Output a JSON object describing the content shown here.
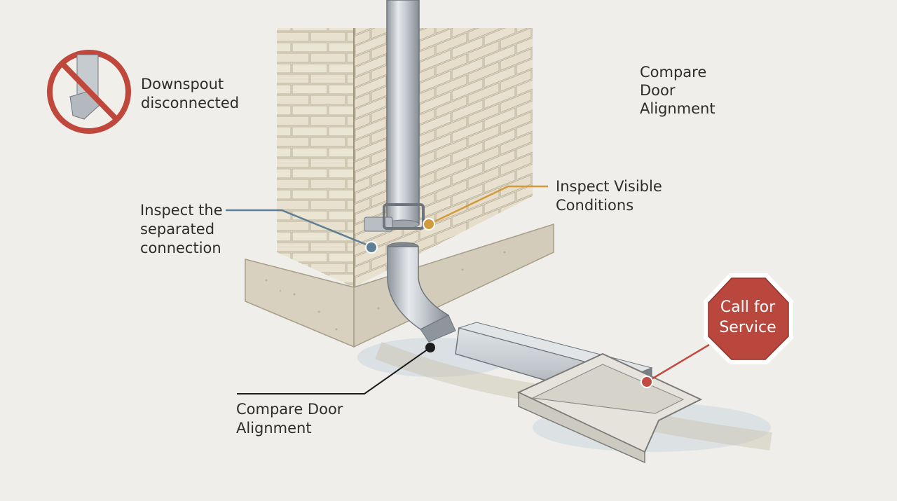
{
  "icons": {
    "no_symbol": "prohibition-icon",
    "stop_sign": "octagon-stop-sign-icon"
  },
  "labels": {
    "downspout_disconnected": [
      "Downspout",
      "disconnected"
    ],
    "compare_door_alignment_top": [
      "Compare",
      "Door",
      "Alignment"
    ],
    "inspect_visible_conditions": [
      "Inspect Visible",
      "Conditions"
    ],
    "inspect_separated_connection": [
      "Inspect the",
      "separated",
      "connection"
    ],
    "compare_door_alignment_bottom": [
      "Compare Door",
      "Alignment"
    ],
    "call_for_service": [
      "Call for",
      "Service"
    ]
  },
  "colors": {
    "background": "#efeeea",
    "prohibition_red": "#c0473c",
    "stop_sign_red": "#b9473e",
    "leader_blue": "#5d7e95",
    "leader_orange": "#d29a3a",
    "leader_black": "#1c1c1c",
    "leader_red": "#c24a40",
    "metal": "#c9ced3",
    "brick": "#e3dac6"
  }
}
